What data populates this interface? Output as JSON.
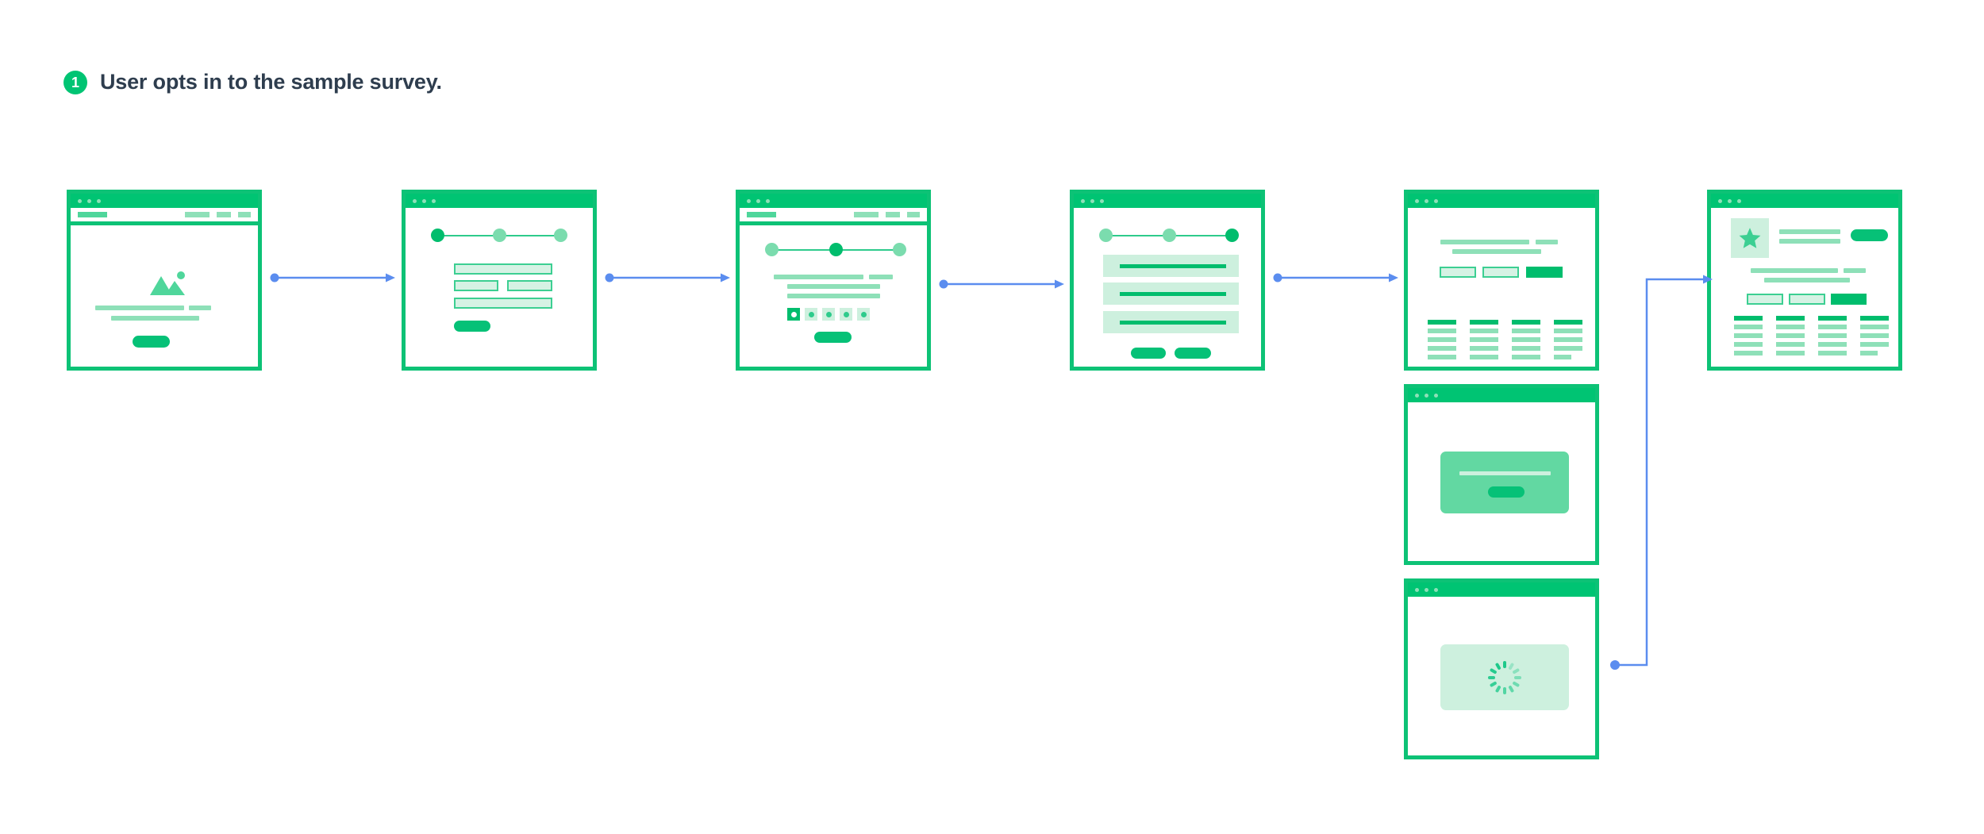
{
  "step": {
    "number": "1",
    "title": "User opts in to the sample survey."
  },
  "colors": {
    "green_primary": "#00c473",
    "green_border": "#0dc276",
    "green_dark": "#00bd6d",
    "green_mid": "#62d8a2",
    "green_light": "#8ee0b8",
    "green_pale": "#cdf0de",
    "connector_blue": "#5b8def",
    "title_text": "#2e3d4e"
  },
  "screens": [
    {
      "id": "landing",
      "name": "landing-page-screen",
      "label": "Landing page with hero image and call to action",
      "has_navbar": true,
      "elements": [
        "image-placeholder",
        "heading-line",
        "subheading-line",
        "cta-button"
      ]
    },
    {
      "id": "survey-step-1",
      "name": "survey-step-1-screen",
      "label": "Survey step 1 form fields",
      "has_navbar": false,
      "stepper": {
        "steps": 3,
        "active": 1
      },
      "elements": [
        "input-full",
        "input-half-left",
        "input-half-right",
        "input-full-2",
        "submit-button"
      ]
    },
    {
      "id": "survey-step-2",
      "name": "survey-step-2-screen",
      "label": "Survey step 2 rating question",
      "has_navbar": true,
      "stepper": {
        "steps": 3,
        "active": 2
      },
      "rating": {
        "options": 5,
        "selected": 1
      },
      "elements": [
        "question-lines",
        "rating-scale",
        "next-button"
      ]
    },
    {
      "id": "survey-step-3",
      "name": "survey-step-3-screen",
      "label": "Survey step 3 review and submit",
      "has_navbar": false,
      "stepper": {
        "steps": 3,
        "active": 3
      },
      "rows": 3,
      "elements": [
        "review-rows",
        "back-button",
        "submit-button"
      ]
    },
    {
      "id": "results-table",
      "name": "results-table-screen",
      "label": "Results list with filters and data table",
      "has_navbar": false,
      "table": {
        "columns": 4,
        "rows": 4
      },
      "elements": [
        "intro-lines",
        "filter-input-1",
        "filter-input-2",
        "search-button",
        "data-table"
      ]
    },
    {
      "id": "confirmation-modal",
      "name": "confirmation-modal-screen",
      "label": "Confirmation modal dialog",
      "has_navbar": false,
      "elements": [
        "modal-panel",
        "modal-message-line",
        "modal-confirm-button"
      ]
    },
    {
      "id": "loading",
      "name": "loading-screen",
      "label": "Loading state with spinner",
      "has_navbar": false,
      "elements": [
        "loading-panel",
        "loading-spinner"
      ]
    },
    {
      "id": "detail-page",
      "name": "detail-page-screen",
      "label": "Detail page with featured item, filters and table",
      "has_navbar": false,
      "table": {
        "columns": 4,
        "rows": 4
      },
      "elements": [
        "star-thumbnail",
        "title-lines",
        "action-button",
        "description-lines",
        "filter-input-1",
        "filter-input-2",
        "search-button",
        "data-table"
      ]
    }
  ],
  "connectors": [
    {
      "name": "connector-landing-to-step1",
      "type": "straight-arrow",
      "from": "landing",
      "to": "survey-step-1"
    },
    {
      "name": "connector-step1-to-step2",
      "type": "straight-arrow",
      "from": "survey-step-1",
      "to": "survey-step-2"
    },
    {
      "name": "connector-step2-to-step3",
      "type": "straight-arrow",
      "from": "survey-step-2",
      "to": "survey-step-3"
    },
    {
      "name": "connector-step3-to-results",
      "type": "straight-arrow",
      "from": "survey-step-3",
      "to": "results-table"
    },
    {
      "name": "connector-loading-to-detail",
      "type": "elbow-arrow",
      "from": "loading",
      "to": "detail-page"
    }
  ]
}
